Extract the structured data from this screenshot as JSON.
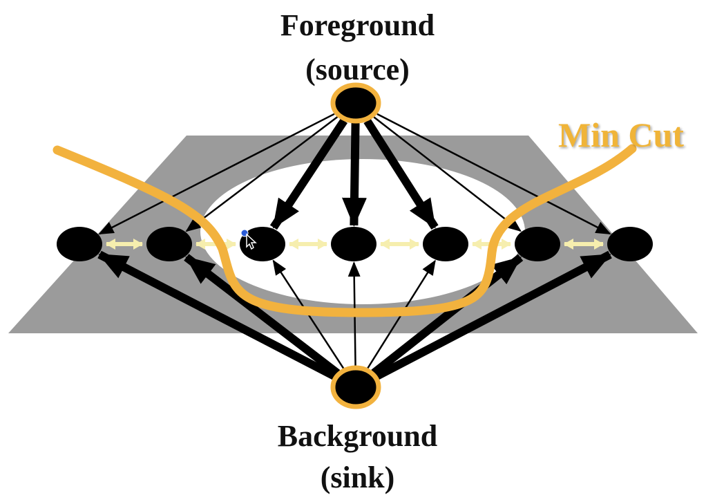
{
  "source": {
    "title": "Foreground",
    "subtitle": "(source)"
  },
  "sink": {
    "title": "Background",
    "subtitle": "(sink)"
  },
  "cut_label": "Min Cut",
  "colors": {
    "cut": "#f2b23e",
    "node": "#000000",
    "plane": "#9b9b9b",
    "ellipse": "#ffffff",
    "neighbor_arrow": "#f6eeae"
  },
  "nodes": [
    "n1",
    "n2",
    "n3",
    "n4",
    "n5",
    "n6",
    "n7"
  ],
  "source_edge_weight": [
    "thin",
    "thin",
    "thick",
    "thick",
    "thick",
    "thin",
    "thin"
  ],
  "sink_edge_weight": [
    "thick",
    "thick",
    "thin",
    "thin",
    "thin",
    "thick",
    "thick"
  ]
}
